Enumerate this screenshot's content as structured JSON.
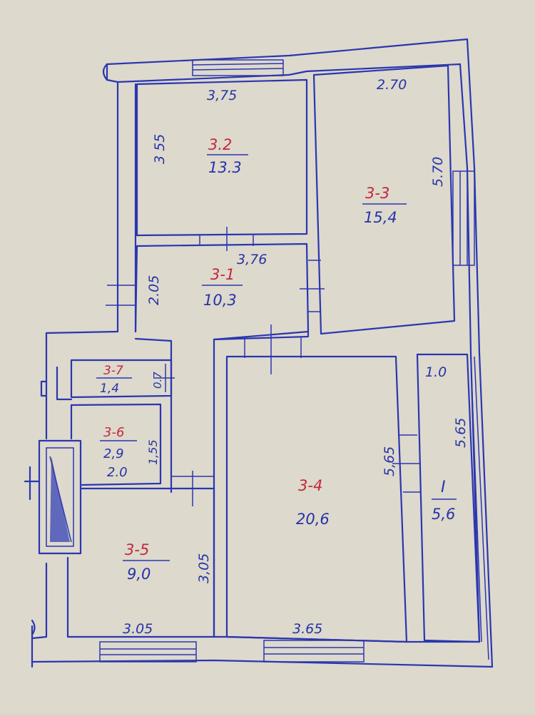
{
  "colors": {
    "paper": "#d9d5c8",
    "ink": "#2b36b0",
    "room_number": "#c3283c"
  },
  "rooms": [
    {
      "id": "3-2",
      "no": "3.2",
      "area": "13.3"
    },
    {
      "id": "3-3",
      "no": "3-3",
      "area": "15,4"
    },
    {
      "id": "3-1",
      "no": "3-1",
      "area": "10,3"
    },
    {
      "id": "3-7",
      "no": "3-7",
      "area": "1,4"
    },
    {
      "id": "3-6",
      "no": "3-6",
      "area": "2,9"
    },
    {
      "id": "3-4",
      "no": "3-4",
      "area": "20,6"
    },
    {
      "id": "3-5",
      "no": "3-5",
      "area": "9,0"
    },
    {
      "id": "balcony",
      "no": "I",
      "area": "5,6"
    }
  ],
  "dimensions": {
    "r32_width": "3,75",
    "r32_height": "3 55",
    "r33_width": "2.70",
    "r33_height": "5.70",
    "r31_width": "3,76",
    "r31_height": "2.05",
    "r37_width": "0.7",
    "r36_height": "1,55",
    "r36_width": "2.0",
    "r34_height": "5,65",
    "r34_width": "3.65",
    "r35_height": "3,05",
    "r35_width": "3.05",
    "balcony_width": "1.0",
    "balcony_height": "5.65"
  }
}
